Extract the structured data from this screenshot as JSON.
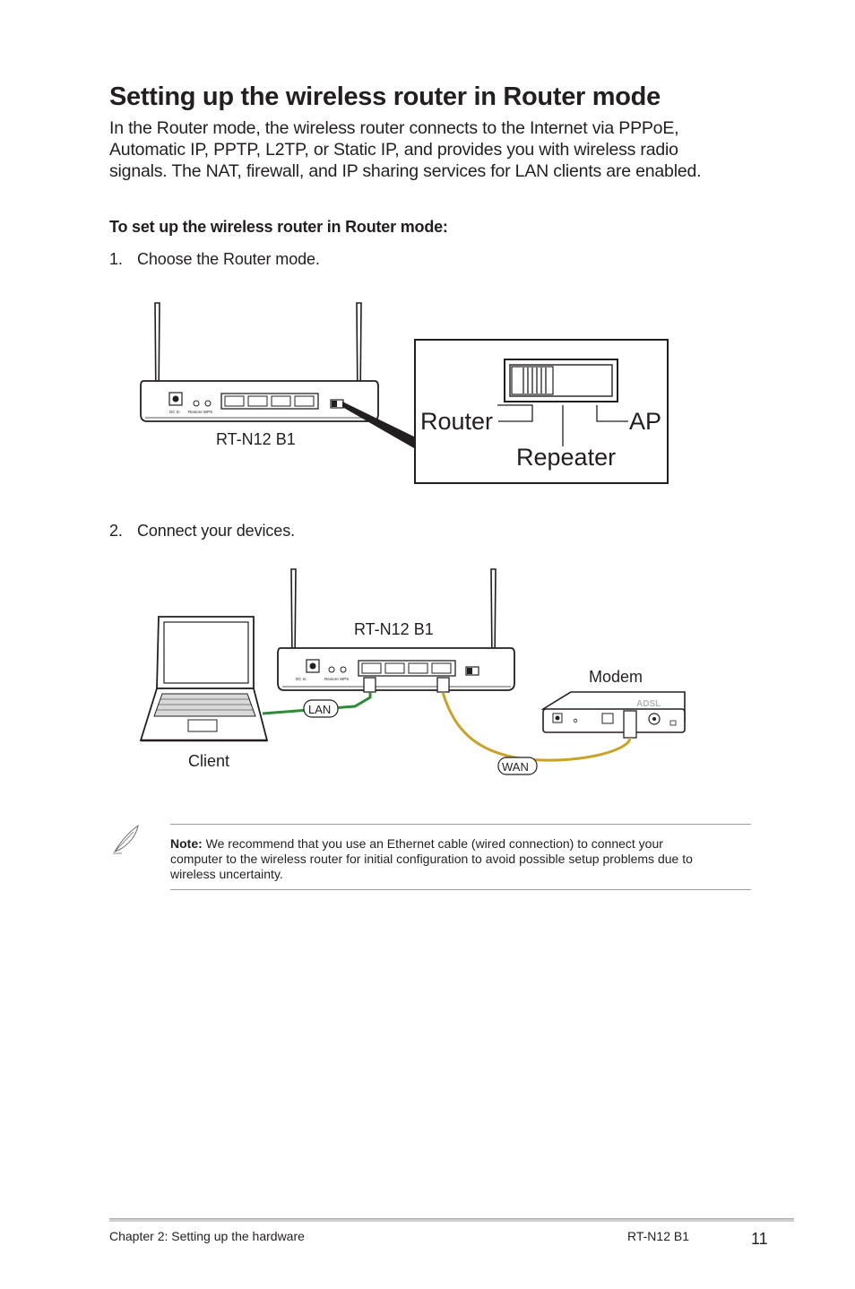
{
  "page": {
    "title": "Setting up the wireless router in Router mode",
    "intro_lines": [
      "In the Router mode, the wireless router connects to the Internet via PPPoE,",
      "Automatic IP, PPTP, L2TP, or Static IP, and provides you with wireless radio",
      "signals. The NAT, firewall, and IP sharing services for LAN clients are enabled."
    ],
    "subheading": "To set up the wireless router in Router mode:",
    "steps": [
      {
        "number": "1.",
        "text": "Choose the Router mode."
      },
      {
        "number": "2.",
        "text": "Connect your devices."
      }
    ]
  },
  "figure1": {
    "router_label": "RT-N12 B1",
    "switch_labels": {
      "router": "Router",
      "ap": "AP",
      "repeater": "Repeater"
    },
    "panel_labels": [
      "DC In",
      "Restore WPS"
    ]
  },
  "figure2": {
    "router_label": "RT-N12 B1",
    "modem_label": "Modem",
    "client_label": "Client",
    "lan_tag": "LAN",
    "wan_tag": "WAN",
    "modem_brand": "ADSL",
    "panel_labels": [
      "DC In",
      "Restore WPS"
    ]
  },
  "note": {
    "label": "Note:",
    "lines": [
      " We recommend that you use an Ethernet cable (wired connection) to connect your",
      "computer to the wireless router for initial configuration to avoid possible setup problems due to",
      "wireless uncertainty."
    ]
  },
  "footer": {
    "chapter": "Chapter 2: Setting up the hardware",
    "model": "RT-N12 B1",
    "page_number": "11"
  },
  "colors": {
    "text": "#231f20",
    "lan_cable": "#2e8b3a",
    "wan_cable": "#c9a227",
    "rule": "#9d9d9d"
  }
}
